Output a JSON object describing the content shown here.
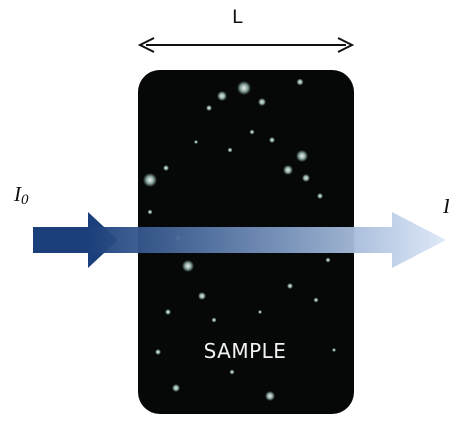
{
  "diagram": {
    "length_label": "L",
    "incident_intensity": {
      "symbol": "I",
      "subscript": "0"
    },
    "transmitted_intensity": {
      "symbol": "I"
    },
    "sample_label": "SAMPLE"
  },
  "colors": {
    "beam_start": "#1b3f7a",
    "beam_end": "#dde8f8",
    "sample": "#050807",
    "particles": "#c9efe6",
    "text": "#111111"
  }
}
